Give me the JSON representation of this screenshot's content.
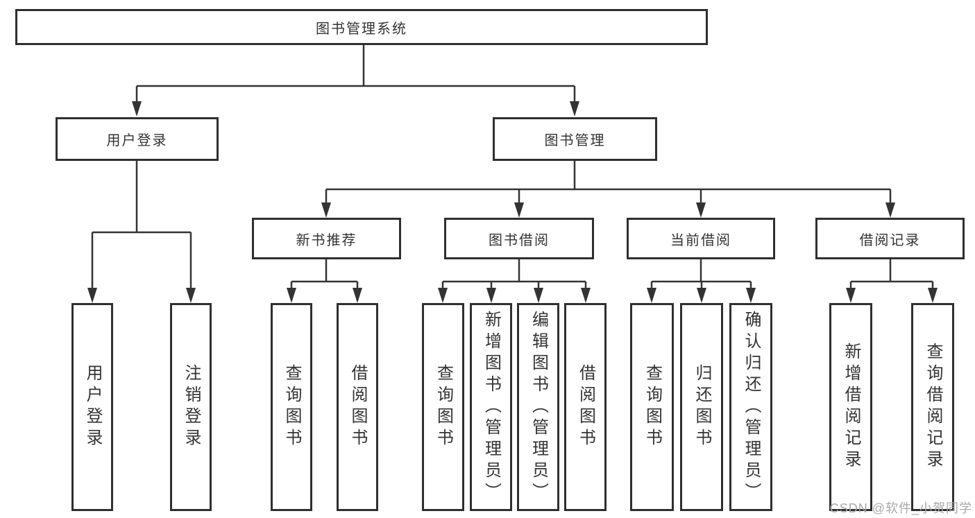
{
  "tree": {
    "label": "图书管理系统",
    "children": [
      {
        "label": "用户登录",
        "children": [
          {
            "label": "用户登录"
          },
          {
            "label": "注销登录"
          }
        ]
      },
      {
        "label": "图书管理",
        "children": [
          {
            "label": "新书推荐",
            "children": [
              {
                "label": "查询图书"
              },
              {
                "label": "借阅图书"
              }
            ]
          },
          {
            "label": "图书借阅",
            "children": [
              {
                "label": "查询图书"
              },
              {
                "label": "新增图书（管理员）"
              },
              {
                "label": "编辑图书（管理员）"
              },
              {
                "label": "借阅图书"
              }
            ]
          },
          {
            "label": "当前借阅",
            "children": [
              {
                "label": "查询图书"
              },
              {
                "label": "归还图书"
              },
              {
                "label": "确认归还（管理员）"
              }
            ]
          },
          {
            "label": "借阅记录",
            "children": [
              {
                "label": "新增借阅记录"
              },
              {
                "label": "查询借阅记录"
              }
            ]
          }
        ]
      }
    ]
  },
  "watermark": "CSDN @软件_小贺同学",
  "colors": {
    "line": "#333333",
    "text": "#333333",
    "watermark": "#a8a8a8",
    "background": "#ffffff"
  }
}
